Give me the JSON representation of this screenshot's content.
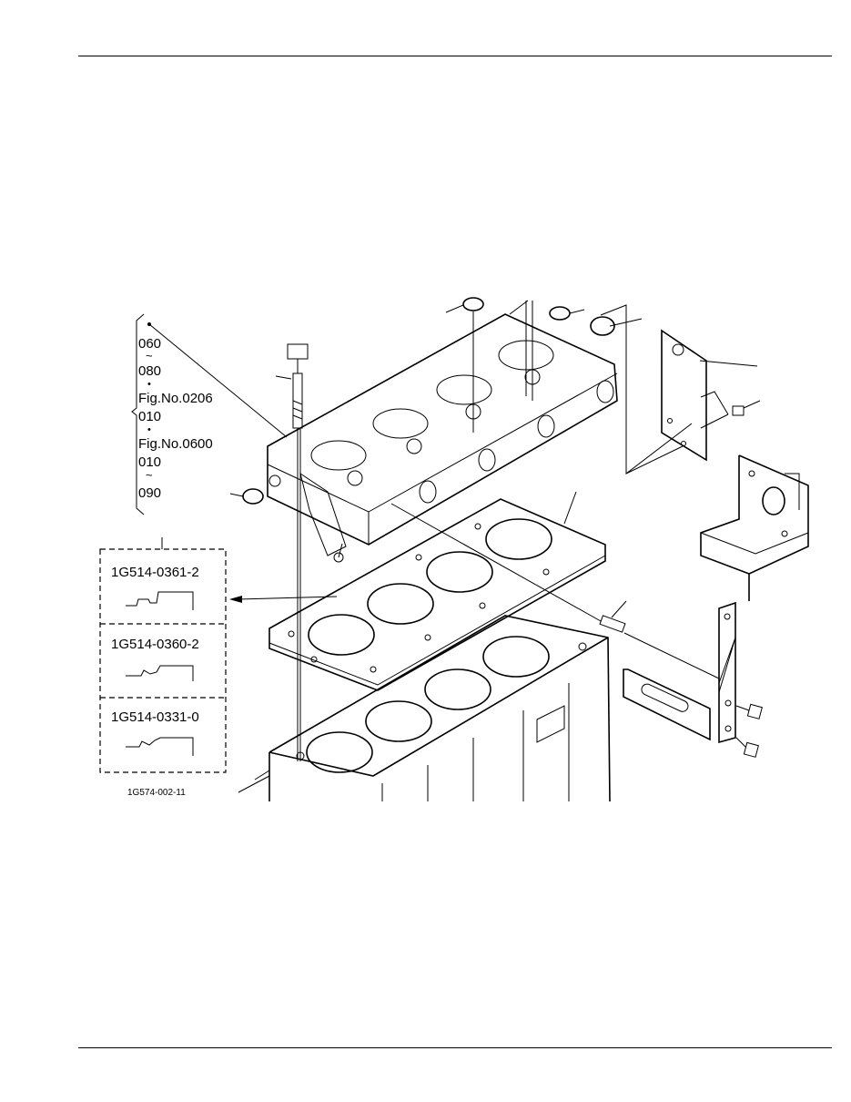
{
  "figure_range": {
    "lines": [
      "060",
      "~",
      "080",
      "•",
      "Fig.No.0206",
      "010",
      "•",
      "Fig.No.0600",
      "010",
      "~",
      "090"
    ]
  },
  "gasket_variants": [
    {
      "part_number": "1G514-0361-2"
    },
    {
      "part_number": "1G514-0360-2"
    },
    {
      "part_number": "1G514-0331-0"
    }
  ],
  "figure_code": "1G574-002-11"
}
